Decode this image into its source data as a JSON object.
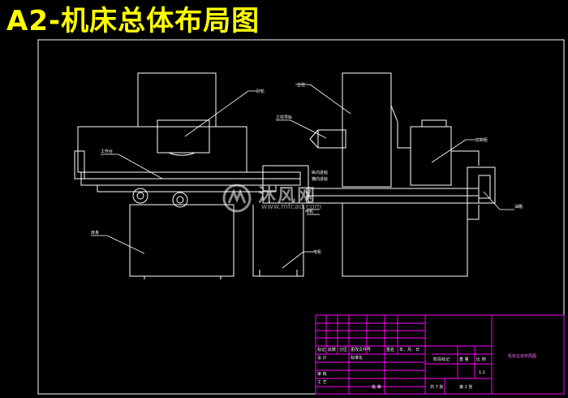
{
  "title": "A2-机床总体布局图",
  "watermark": {
    "text": "沐风网",
    "url": "www.mfcad.com"
  },
  "colors": {
    "background": "#000000",
    "line": "#ffffff",
    "title": "#ffff00",
    "table": "#ff00ff",
    "label": "#ffffff"
  },
  "labels": {
    "top_left": "砂轮",
    "top_mid": "立柱",
    "mid_a": "工作台",
    "mid_b": "纵向进给",
    "mid_c": "横向进给",
    "right": "控制柜",
    "left_body": "床身",
    "far_right": "油箱",
    "box_label": "电机",
    "lower_mid": "电柜",
    "col_note": "立柱导轨"
  },
  "title_block": {
    "row1": [
      "标记",
      "处数",
      "分区",
      "更改文件号",
      "签名",
      "年、月、日"
    ],
    "design": "设 计",
    "standard": "标准化",
    "stage": "阶段标记",
    "weight": "重 量",
    "scale": "比 例",
    "scale_value": "1:1",
    "review": "审 核",
    "process": "工 艺",
    "approve": "批 准",
    "sheets": "共 7 张",
    "sheet": "第 2 张",
    "drawing_name": "机床总体布局图"
  }
}
